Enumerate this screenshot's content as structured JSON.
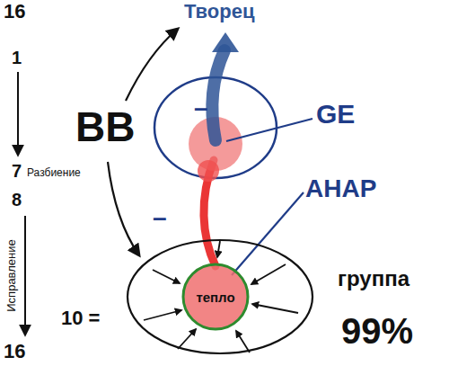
{
  "diagram": {
    "nodes": [
      {
        "text": [
          "10 ="
        ]
      },
      {
        "text": [
          "тепло"
        ],
        "in": 0
      }
    ],
    "labels": [
      "16",
      "1",
      "Разбиение",
      "7",
      "8",
      "Исправление",
      "16",
      "ВВ",
      "Творец",
      "–",
      "GE",
      "–",
      "АНАР",
      "группа",
      "99%"
    ]
  }
}
